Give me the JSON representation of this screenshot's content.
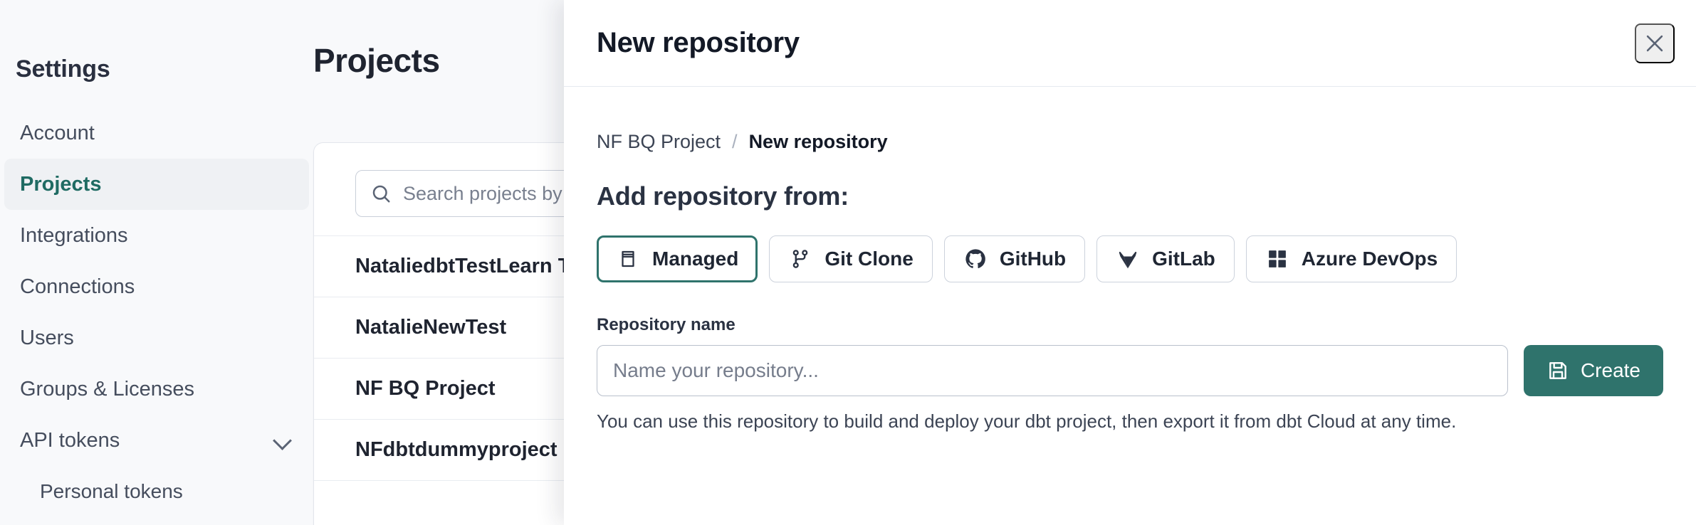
{
  "sidebar": {
    "title": "Settings",
    "items": [
      {
        "label": "Account",
        "active": false,
        "sub": false,
        "icon": null
      },
      {
        "label": "Projects",
        "active": true,
        "sub": false,
        "icon": null
      },
      {
        "label": "Integrations",
        "active": false,
        "sub": false,
        "icon": null
      },
      {
        "label": "Connections",
        "active": false,
        "sub": false,
        "icon": null
      },
      {
        "label": "Users",
        "active": false,
        "sub": false,
        "icon": null
      },
      {
        "label": "Groups & Licenses",
        "active": false,
        "sub": false,
        "icon": null
      },
      {
        "label": "API tokens",
        "active": false,
        "sub": false,
        "icon": "chevron-down-icon"
      },
      {
        "label": "Personal tokens",
        "active": false,
        "sub": true,
        "icon": null
      }
    ]
  },
  "main": {
    "page_title": "Projects",
    "search": {
      "icon": "search-icon",
      "placeholder": "Search projects by name...",
      "value": ""
    },
    "projects": [
      {
        "name": "NataliedbtTestLearn T"
      },
      {
        "name": "NatalieNewTest"
      },
      {
        "name": "NF BQ Project"
      },
      {
        "name": "NFdbtdummyproject"
      }
    ]
  },
  "modal": {
    "title": "New repository",
    "close_icon": "close-icon",
    "breadcrumb": [
      {
        "label": "NF BQ Project",
        "current": false
      },
      {
        "label": "New repository",
        "current": true
      }
    ],
    "breadcrumb_separator": "/",
    "section_heading": "Add repository from:",
    "source_tabs": [
      {
        "label": "Managed",
        "icon": "book-icon",
        "selected": true
      },
      {
        "label": "Git Clone",
        "icon": "git-branch-icon",
        "selected": false
      },
      {
        "label": "GitHub",
        "icon": "github-icon",
        "selected": false
      },
      {
        "label": "GitLab",
        "icon": "gitlab-icon",
        "selected": false
      },
      {
        "label": "Azure DevOps",
        "icon": "azure-devops-icon",
        "selected": false
      }
    ],
    "repository_name": {
      "label": "Repository name",
      "placeholder": "Name your repository...",
      "value": ""
    },
    "create_button": {
      "label": "Create",
      "icon": "save-icon"
    },
    "help_text": "You can use this repository to build and deploy your dbt project, then export it from dbt Cloud at any time."
  },
  "colors": {
    "accent": "#2f736c",
    "text": "#1f2430",
    "muted": "#5b6475",
    "page_bg": "#f8f9fb"
  }
}
